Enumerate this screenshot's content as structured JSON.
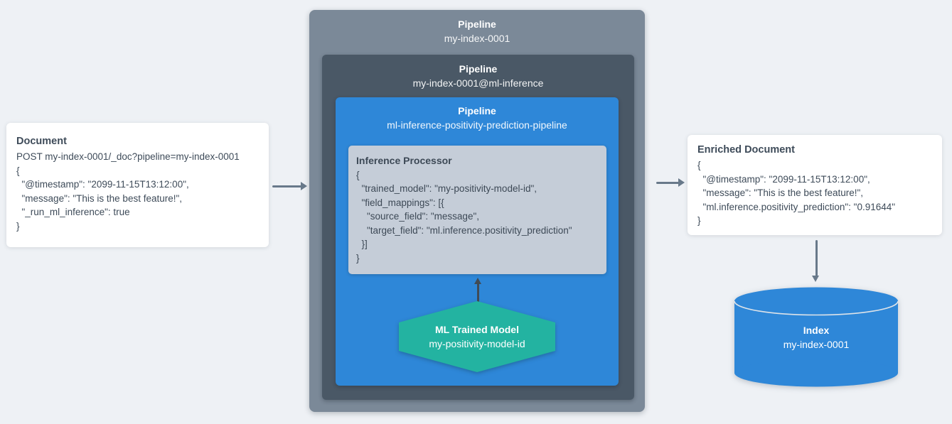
{
  "colors": {
    "background": "#eef1f5",
    "card_bg": "#ffffff",
    "outer_pipeline_bg": "#7b8998",
    "inference_pipeline_bg": "#4a5866",
    "ml_pipeline_bg": "#2e87d8",
    "processor_bg": "#c5cdd8",
    "model_hexagon_bg": "#23b3a1",
    "index_cylinder_bg": "#2e87d8",
    "arrow_gray": "#68798a",
    "arrow_dark": "#414b55",
    "text_dark": "#3e4b59",
    "text_light": "#ffffff"
  },
  "document_card": {
    "title": "Document",
    "lines": [
      "POST my-index-0001/_doc?pipeline=my-index-0001",
      "{",
      "  \"@timestamp\": \"2099-11-15T13:12:00\",",
      "  \"message\": \"This is the best feature!\",",
      "  \"_run_ml_inference\": true",
      "}"
    ]
  },
  "outer_pipeline": {
    "label": "Pipeline",
    "name": "my-index-0001"
  },
  "inference_pipeline": {
    "label": "Pipeline",
    "name": "my-index-0001@ml-inference"
  },
  "ml_pipeline": {
    "label": "Pipeline",
    "name": "ml-inference-positivity-prediction-pipeline"
  },
  "inference_processor": {
    "title": "Inference Processor",
    "lines": [
      "{",
      "  \"trained_model\": \"my-positivity-model-id\",",
      "  \"field_mappings\": [{",
      "    \"source_field\": \"message\",",
      "    \"target_field\": \"ml.inference.positivity_prediction\"",
      "  }]",
      "}"
    ]
  },
  "trained_model": {
    "title": "ML Trained Model",
    "name": "my-positivity-model-id"
  },
  "enriched_card": {
    "title": "Enriched Document",
    "lines": [
      "{",
      "  \"@timestamp\": \"2099-11-15T13:12:00\",",
      "  \"message\": \"This is the best feature!\",",
      "  \"ml.inference.positivity_prediction\": \"0.91644\"",
      "}"
    ]
  },
  "index_store": {
    "label": "Index",
    "name": "my-index-0001"
  }
}
